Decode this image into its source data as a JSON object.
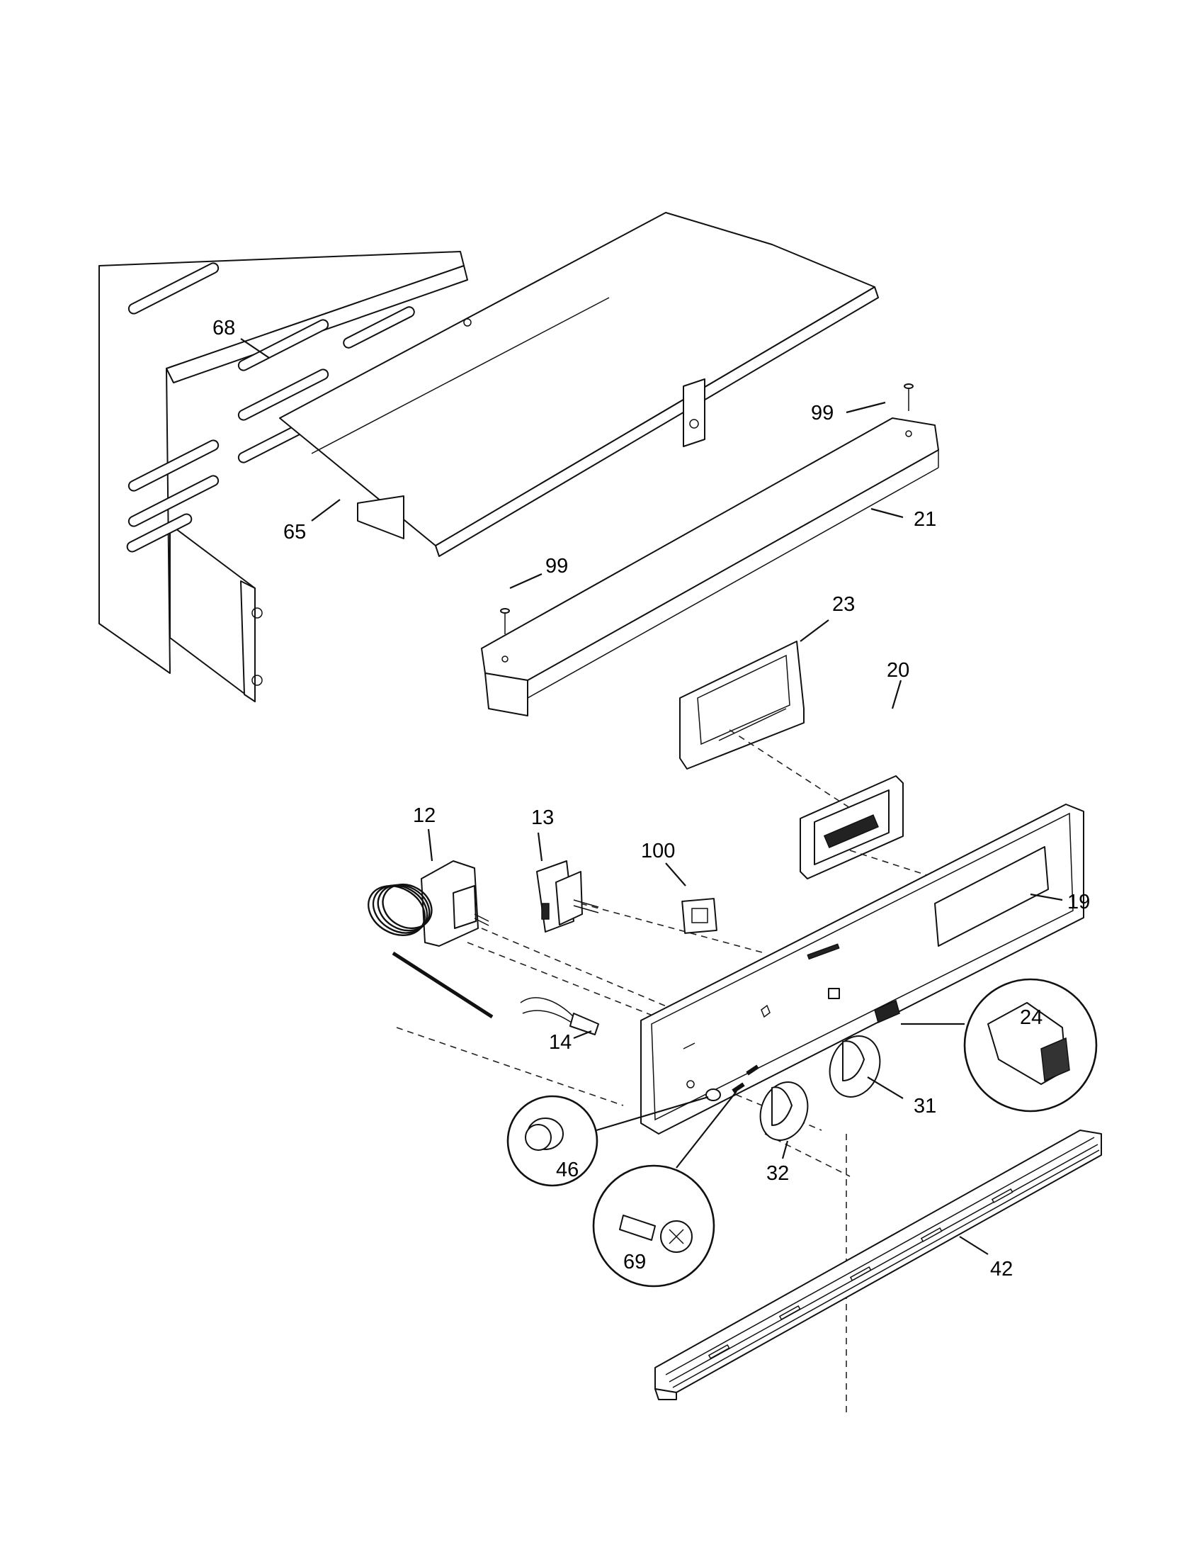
{
  "callouts": [
    {
      "id": "68",
      "label": "68"
    },
    {
      "id": "65",
      "label": "65"
    },
    {
      "id": "99a",
      "label": "99"
    },
    {
      "id": "21",
      "label": "21"
    },
    {
      "id": "99b",
      "label": "99"
    },
    {
      "id": "23",
      "label": "23"
    },
    {
      "id": "20",
      "label": "20"
    },
    {
      "id": "12",
      "label": "12"
    },
    {
      "id": "13",
      "label": "13"
    },
    {
      "id": "100",
      "label": "100"
    },
    {
      "id": "19",
      "label": "19"
    },
    {
      "id": "24",
      "label": "24"
    },
    {
      "id": "14",
      "label": "14"
    },
    {
      "id": "31",
      "label": "31"
    },
    {
      "id": "46",
      "label": "46"
    },
    {
      "id": "32",
      "label": "32"
    },
    {
      "id": "69",
      "label": "69"
    },
    {
      "id": "42",
      "label": "42"
    }
  ]
}
